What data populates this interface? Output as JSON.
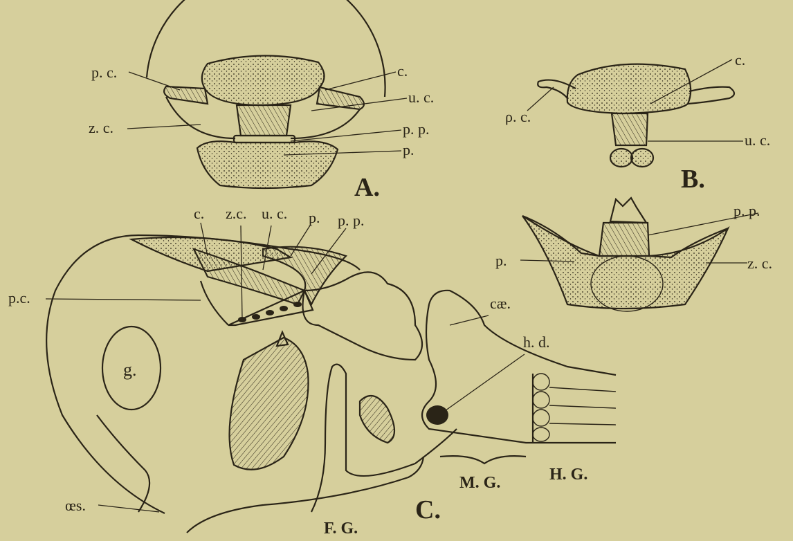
{
  "figures": {
    "A": {
      "letter": "A.",
      "labels": {
        "pc": "p. c.",
        "c": "c.",
        "uc": "u. c.",
        "zc": "z. c.",
        "pp": "p. p.",
        "p": "p."
      }
    },
    "B": {
      "letter": "B.",
      "labels": {
        "c": "c.",
        "pc": "ρ. c.",
        "uc": "u. c."
      }
    },
    "D": {
      "labels": {
        "pp": "p. p.",
        "p": "p.",
        "zc": "z. c."
      }
    },
    "C": {
      "letter": "C.",
      "labels": {
        "c": "c.",
        "zc": "z.c.",
        "uc": "u. c.",
        "p": "p.",
        "pp": "p. p.",
        "pc": "p.c.",
        "cae": "cæ.",
        "hd": "h. d.",
        "g": "g.",
        "hg": "H. G.",
        "mg": "M. G.",
        "fg": "F. G.",
        "oes": "œs."
      }
    }
  },
  "colors": {
    "paper": "#d6cf9c",
    "ink": "#2a2417"
  }
}
